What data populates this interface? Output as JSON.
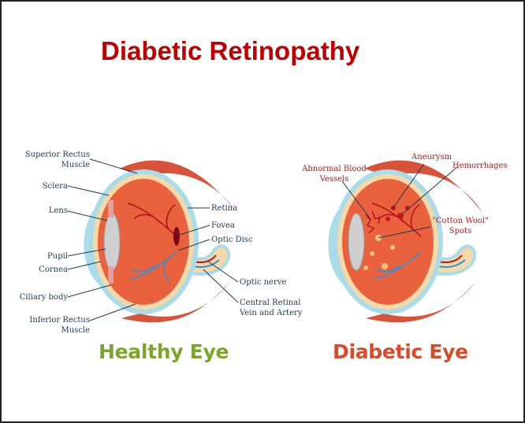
{
  "title": "Diabetic Retinopathy",
  "colors": {
    "title": "#c00000",
    "healthy_caption": "#7aa62b",
    "diabetic_caption": "#d94a2a",
    "muscle": "#d9533a",
    "sclera": "#f5d9a8",
    "retina_bg": "#e9623d",
    "vessel": "#b5121b",
    "blue_vessel": "#2f8fd6",
    "cornea": "#a9dbe8",
    "label_text": "#1e3a52"
  },
  "healthy_eye": {
    "caption": "Healthy Eye",
    "labels": {
      "superior_rectus": "Superior Rectus\nMuscle",
      "sclera": "Sclera",
      "lens": "Lens",
      "pupil": "Pupil",
      "cornea": "Cornea",
      "ciliary_body": "Ciliary body",
      "inferior_rectus": "Inferior Rectus\nMuscle",
      "retina": "Retina",
      "fovea": "Fovea",
      "optic_disc": "Optic Disc",
      "optic_nerve": "Optic nerve",
      "central_retinal": "Central Retinal\nVein and Artery"
    }
  },
  "diabetic_eye": {
    "caption": "Diabetic Eye",
    "labels": {
      "abnormal_vessels": "Abnormal Blood\nVessels",
      "aneurysm": "Aneurysm",
      "hemorrhages": "Hemorrhages",
      "cotton_wool": "\"Cotton Wool\"\nSpots"
    }
  }
}
